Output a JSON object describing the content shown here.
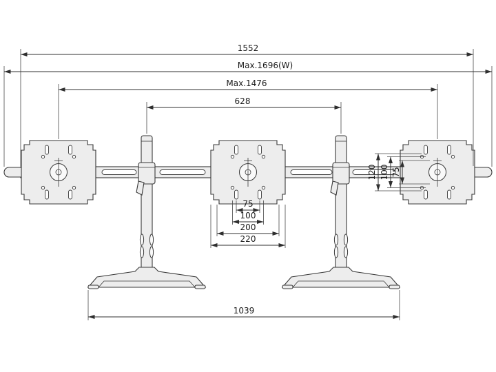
{
  "drawing": {
    "subject": "triple-monitor-desk-stand-front-view"
  },
  "dims": {
    "bar_length": "1552",
    "max_width": "Max.1696(W)",
    "max_inner": "Max.1476",
    "pole_spacing": "628",
    "vesa_75_h": "75",
    "vesa_100_h": "100",
    "plate_200": "200",
    "plate_220": "220",
    "vesa_120_v": "120",
    "vesa_100_v": "100",
    "vesa_75_v": "75",
    "base_span": "1039"
  }
}
